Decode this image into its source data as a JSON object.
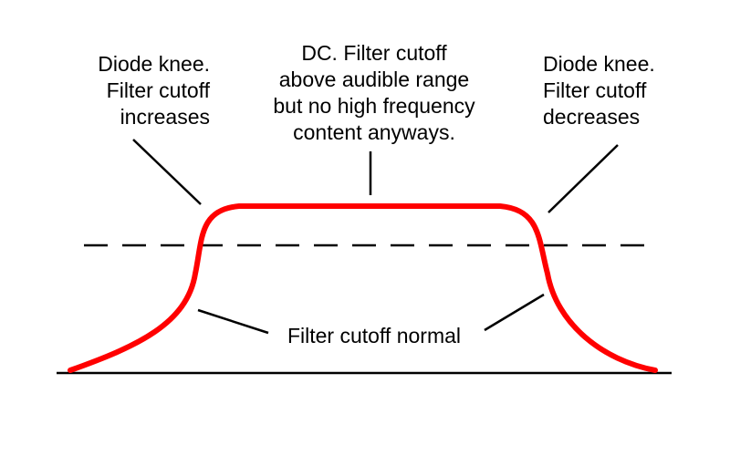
{
  "colors": {
    "curve": "#ff0000",
    "lines": "#000000",
    "background": "#ffffff"
  },
  "labels": {
    "left": [
      "Diode knee.",
      "Filter cutoff",
      "increases"
    ],
    "center": [
      "DC. Filter cutoff",
      "above audible range",
      "but no high frequency",
      "content anyways."
    ],
    "right": [
      "Diode knee.",
      "Filter cutoff",
      "decreases"
    ],
    "bottom": [
      "Filter cutoff normal"
    ]
  }
}
